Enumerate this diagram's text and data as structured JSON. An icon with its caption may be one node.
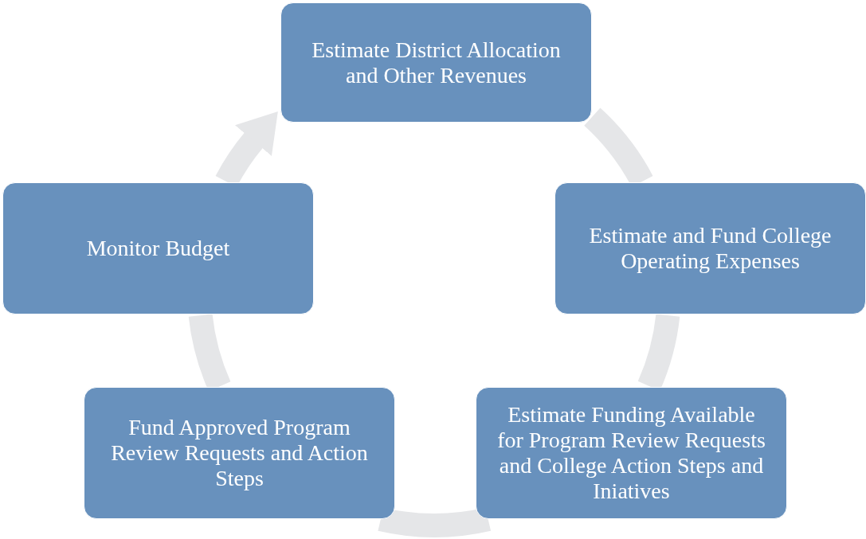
{
  "diagram": {
    "nodes": [
      {
        "text": [
          "Estimate District Allocation and Other Revenues"
        ]
      },
      {
        "text": [
          "Estimate and Fund College Operating Expenses"
        ]
      },
      {
        "text": [
          "Estimate Funding Available for Program Review Requests and College Action Steps and Iniatives"
        ]
      },
      {
        "text": [
          "Fund Approved Program Review Requests and Action Steps"
        ]
      },
      {
        "text": [
          "Monitor Budget"
        ]
      }
    ],
    "edges": [
      {
        "from": 0,
        "to": 1,
        "arrow": "none"
      },
      {
        "from": 1,
        "to": 2,
        "arrow": "none"
      },
      {
        "from": 2,
        "to": 3,
        "arrow": "none"
      },
      {
        "from": 3,
        "to": 4,
        "arrow": "none"
      },
      {
        "from": 4,
        "to": 0,
        "arrow": "to"
      }
    ]
  }
}
